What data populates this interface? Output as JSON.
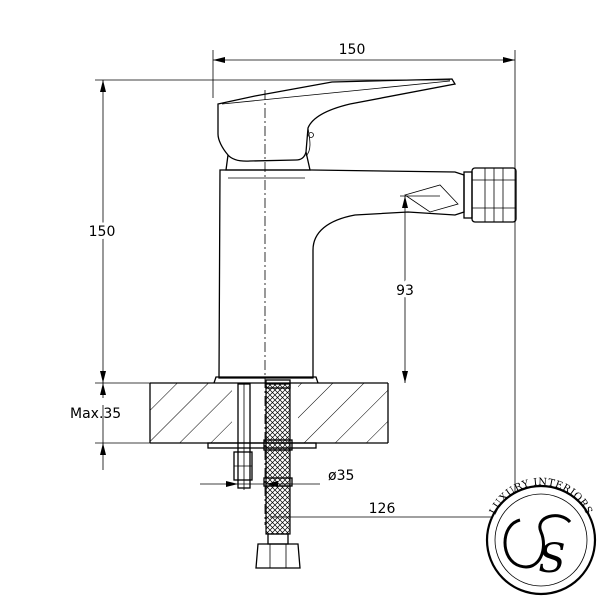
{
  "dimensions": {
    "overall_width": "150",
    "overall_height": "150",
    "spout_height": "93",
    "max_deck_thickness": "Max.35",
    "hole_diameter": "ø35",
    "reach": "126"
  },
  "logo": {
    "text": "LUXURY INTERIORS",
    "monogram": "S"
  }
}
